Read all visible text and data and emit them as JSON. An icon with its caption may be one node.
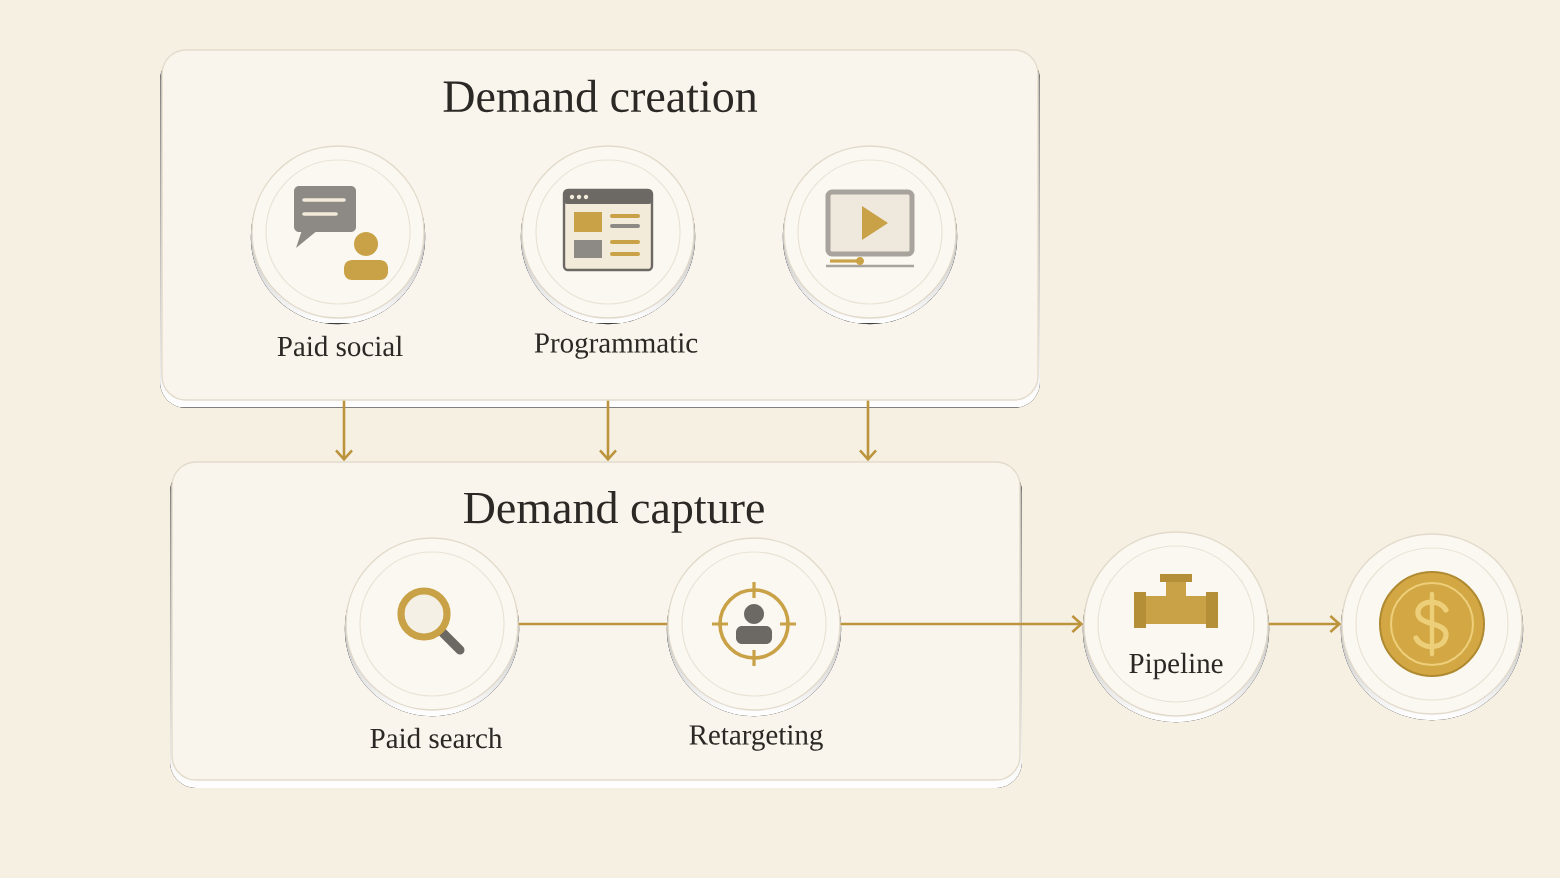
{
  "diagram": {
    "nodes": [
      {
        "text": [
          "Demand creation"
        ]
      },
      {
        "text": [],
        "shape": "circle",
        "in": 0,
        "beside": [
          "Paid social"
        ]
      },
      {
        "text": [],
        "shape": "circle",
        "in": 0,
        "beside": [
          "Programmatic"
        ]
      },
      {
        "text": [],
        "shape": "circle",
        "in": 0
      },
      {
        "text": [
          "Demand capture"
        ]
      },
      {
        "text": [],
        "shape": "circle",
        "in": 4,
        "beside": [
          "Paid search"
        ]
      },
      {
        "text": [],
        "shape": "circle",
        "in": 4,
        "beside": [
          "Retargeting"
        ]
      },
      {
        "text": [
          "Pipeline"
        ]
      },
      {
        "text": [],
        "shape": "circle"
      }
    ],
    "edges": [
      {
        "from": 0,
        "to": 4,
        "arrow": "to"
      },
      {
        "from": 0,
        "to": 4,
        "arrow": "to"
      },
      {
        "from": 0,
        "to": 4,
        "arrow": "to"
      },
      {
        "from": 5,
        "to": 6,
        "arrow": "none"
      },
      {
        "from": 6,
        "to": 7,
        "arrow": "to"
      },
      {
        "from": 7,
        "to": 8,
        "arrow": "to"
      }
    ]
  }
}
